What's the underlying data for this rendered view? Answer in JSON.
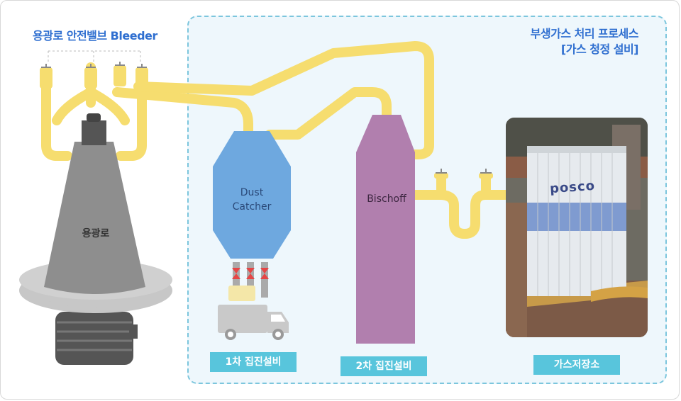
{
  "titles": {
    "bleeder": "용광로 안전밸브 Bleeder",
    "process_line1": "부생가스 처리 프로세스",
    "process_line2": "[가스 청정 설비]"
  },
  "equipment": {
    "furnace": "용광로",
    "dust_catcher_line1": "Dust",
    "dust_catcher_line2": "Catcher",
    "bischoff": "Bischoff",
    "photo_logo": "posco"
  },
  "badges": {
    "primary": "1차 집진설비",
    "secondary": "2차 집진설비",
    "storage": "가스저장소"
  },
  "colors": {
    "pipe": "#f6dd6f",
    "dust_catcher": "#6ea8df",
    "bischoff": "#b17fae",
    "badge": "#58c5dc",
    "title": "#2f6fd0"
  }
}
